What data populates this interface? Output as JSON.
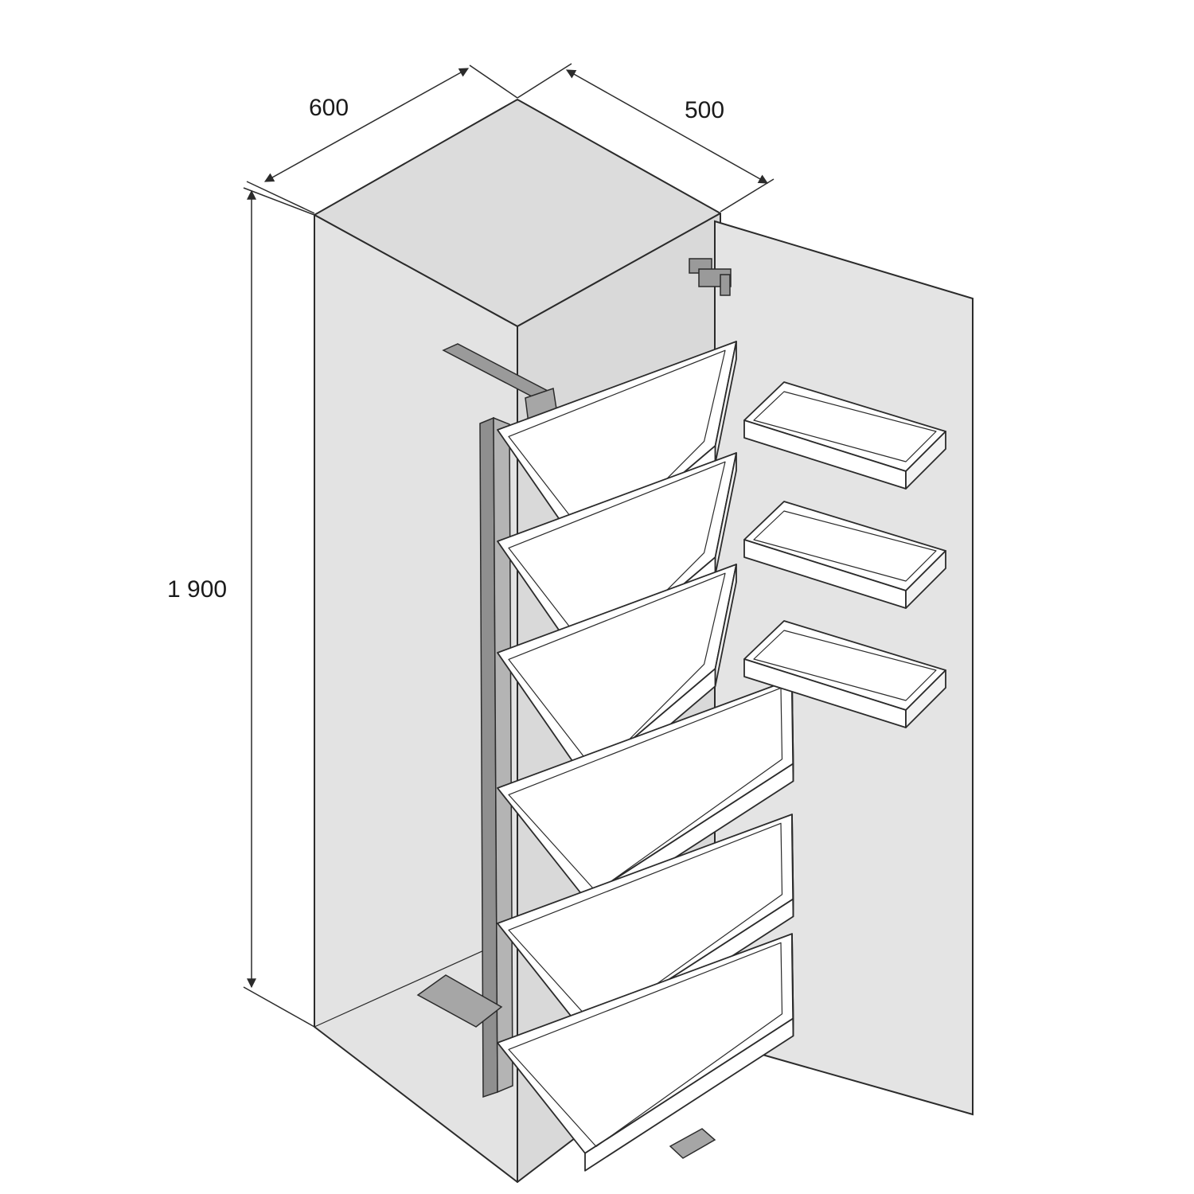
{
  "dimensions": {
    "width": "600",
    "depth": "500",
    "height": "1 900"
  },
  "colors": {
    "line": "#2b2b2b",
    "panel": "#e1e1e1",
    "panel_shadow": "#d6d6d6",
    "tray": "#ffffff",
    "hardware": "#9a9a9a",
    "hardware_dark": "#6e6e6e"
  }
}
